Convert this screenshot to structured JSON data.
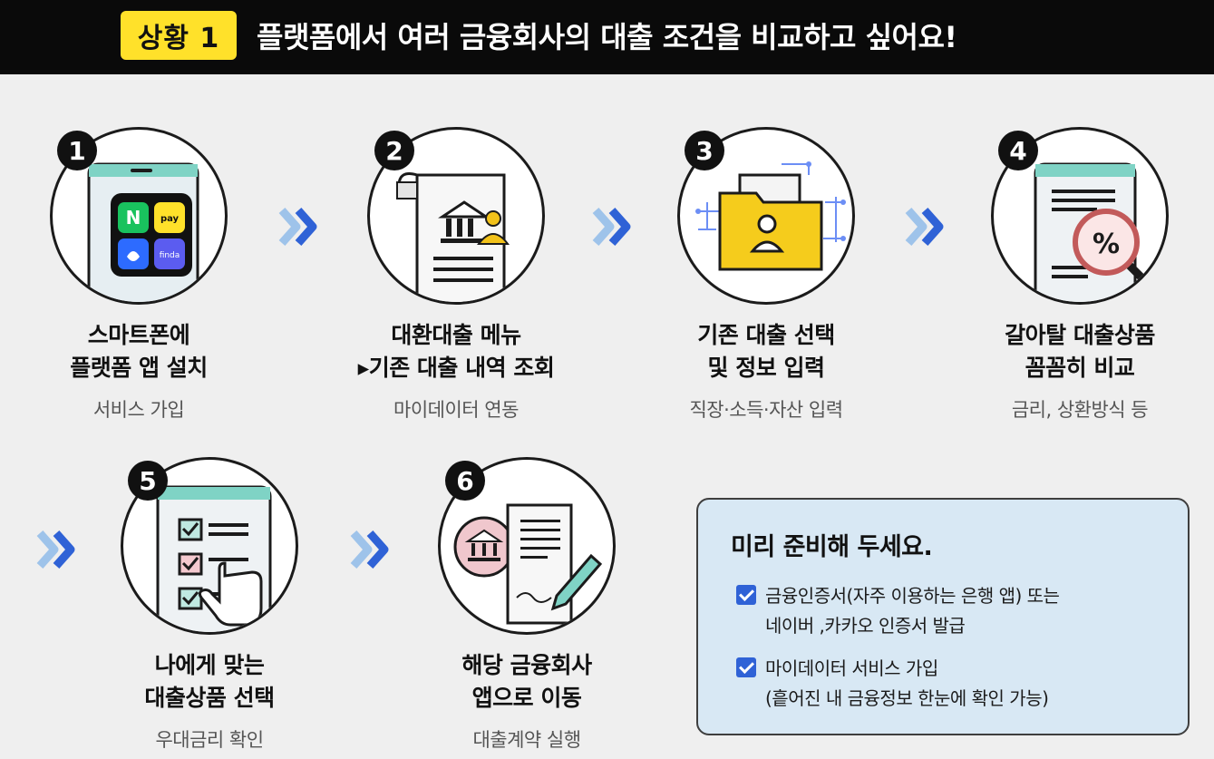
{
  "header": {
    "badge": "상황 1",
    "title": "플랫폼에서 여러 금융회사의 대출 조건을 비교하고 싶어요!"
  },
  "steps": [
    {
      "number": "1",
      "title_line1": "스마트폰에",
      "title_line2": "플랫폼 앱 설치",
      "subtitle": "서비스 가입",
      "icon": "phone-apps-icon",
      "app_labels": [
        "N",
        "pay",
        "finda"
      ]
    },
    {
      "number": "2",
      "title_line1": "대환대출 메뉴",
      "title_line2": "▸기존 대출 내역 조회",
      "subtitle": "마이데이터 연동",
      "icon": "bank-document-icon"
    },
    {
      "number": "3",
      "title_line1": "기존 대출 선택",
      "title_line2": "및 정보 입력",
      "subtitle": "직장·소득·자산 입력",
      "icon": "folder-profile-icon"
    },
    {
      "number": "4",
      "title_line1": "갈아탈 대출상품",
      "title_line2": "꼼꼼히 비교",
      "subtitle": "금리, 상환방식 등",
      "icon": "magnifier-percent-icon"
    },
    {
      "number": "5",
      "title_line1": "나에게 맞는",
      "title_line2": "대출상품 선택",
      "subtitle": "우대금리 확인",
      "icon": "checklist-tap-icon"
    },
    {
      "number": "6",
      "title_line1": "해당 금융회사",
      "title_line2": "앱으로 이동",
      "subtitle": "대출계약 실행",
      "icon": "contract-sign-icon"
    }
  ],
  "prep": {
    "title": "미리 준비해 두세요.",
    "items": [
      {
        "line1": "금융인증서(자주 이용하는 은행 앱) 또는",
        "line2": "네이버 ,카카오 인증서 발급"
      },
      {
        "line1": "마이데이터 서비스 가입",
        "line2": "(흩어진 내 금융정보 한눈에 확인 가능)"
      }
    ]
  },
  "colors": {
    "accent": "#2f62d6",
    "badge": "#ffe12a",
    "header_bg": "#0a0a0a",
    "page_bg": "#efefef",
    "prep_bg": "#d8e8f4"
  }
}
